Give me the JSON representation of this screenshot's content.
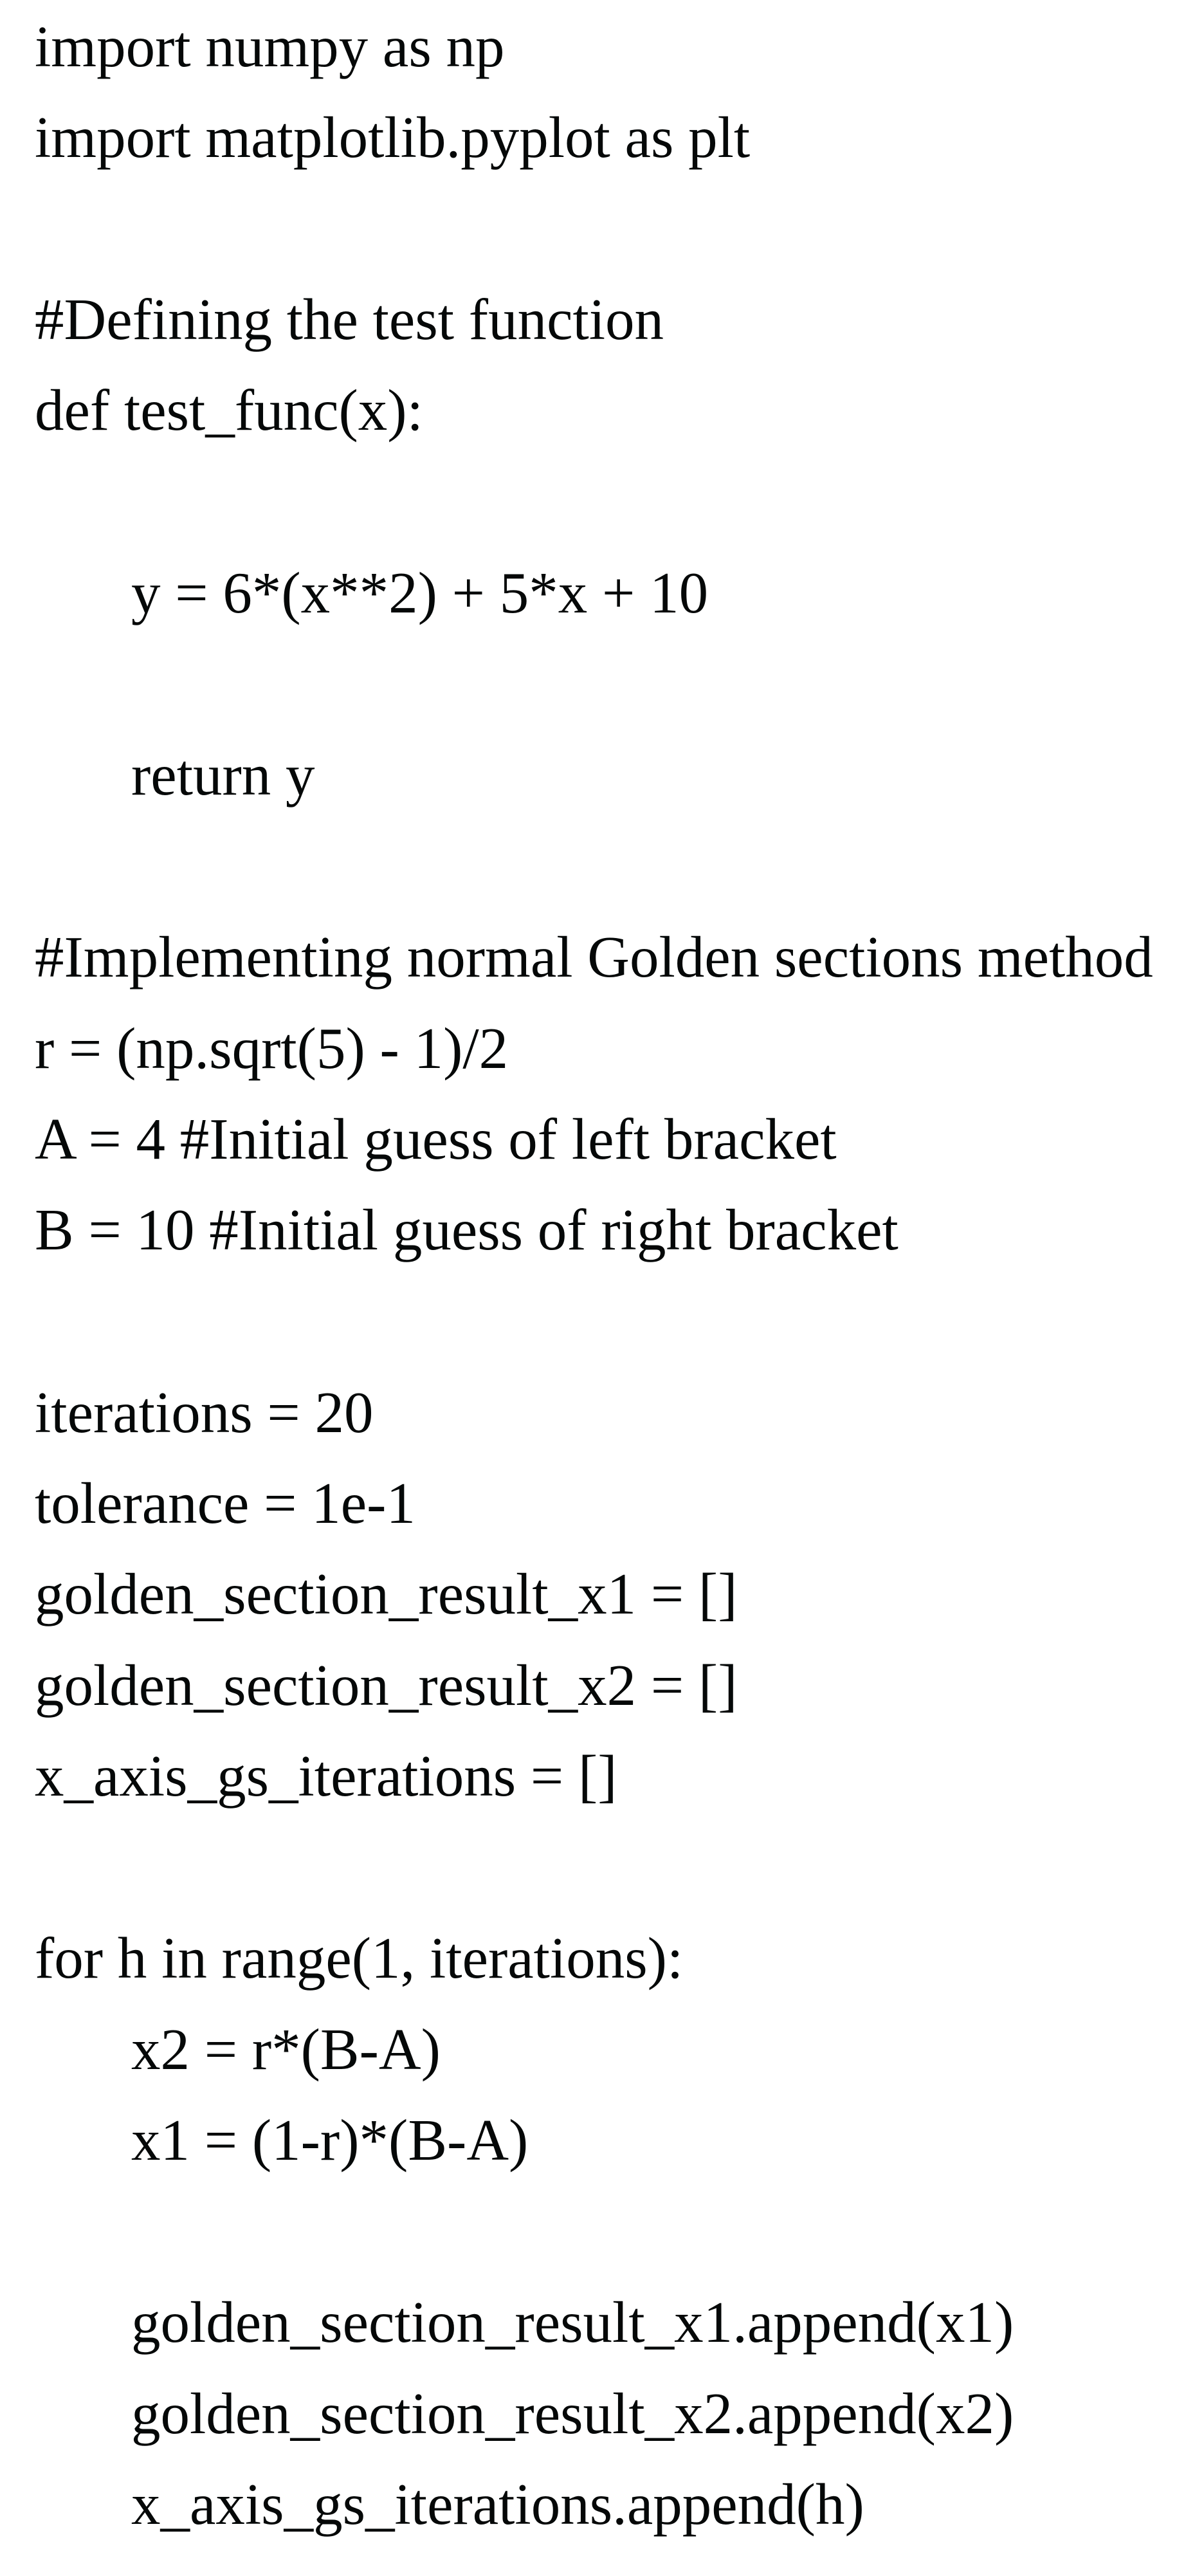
{
  "document": {
    "background": "#ffffff",
    "text_color": "#050808",
    "lines": [
      {
        "text": "import numpy as np",
        "indent": 0,
        "slot": 0
      },
      {
        "text": "import matplotlib.pyplot as plt",
        "indent": 0,
        "slot": 1
      },
      {
        "text": "#Defining the test function",
        "indent": 0,
        "slot": 3
      },
      {
        "text": "def test_func(x):",
        "indent": 0,
        "slot": 4
      },
      {
        "text": "y = 6*(x**2) + 5*x + 10",
        "indent": 1,
        "slot": 6
      },
      {
        "text": "return y",
        "indent": 1,
        "slot": 8
      },
      {
        "text": "#Implementing normal Golden sections method",
        "indent": 0,
        "slot": 10
      },
      {
        "text": "r = (np.sqrt(5) - 1)/2",
        "indent": 0,
        "slot": 11
      },
      {
        "text": "A = 4 #Initial guess of left bracket",
        "indent": 0,
        "slot": 12
      },
      {
        "text": "B = 10 #Initial guess of right bracket",
        "indent": 0,
        "slot": 13
      },
      {
        "text": "iterations = 20",
        "indent": 0,
        "slot": 15
      },
      {
        "text": "tolerance = 1e-1",
        "indent": 0,
        "slot": 16
      },
      {
        "text": "golden_section_result_x1 = []",
        "indent": 0,
        "slot": 17
      },
      {
        "text": "golden_section_result_x2 = []",
        "indent": 0,
        "slot": 18
      },
      {
        "text": "x_axis_gs_iterations = []",
        "indent": 0,
        "slot": 19
      },
      {
        "text": "for h in range(1, iterations):",
        "indent": 0,
        "slot": 21
      },
      {
        "text": "x2 = r*(B-A)",
        "indent": 1,
        "slot": 22
      },
      {
        "text": "x1 = (1-r)*(B-A)",
        "indent": 1,
        "slot": 23
      },
      {
        "text": "golden_section_result_x1.append(x1)",
        "indent": 1,
        "slot": 25
      },
      {
        "text": "golden_section_result_x2.append(x2)",
        "indent": 1,
        "slot": 26
      },
      {
        "text": "x_axis_gs_iterations.append(h)",
        "indent": 1,
        "slot": 27
      }
    ]
  }
}
